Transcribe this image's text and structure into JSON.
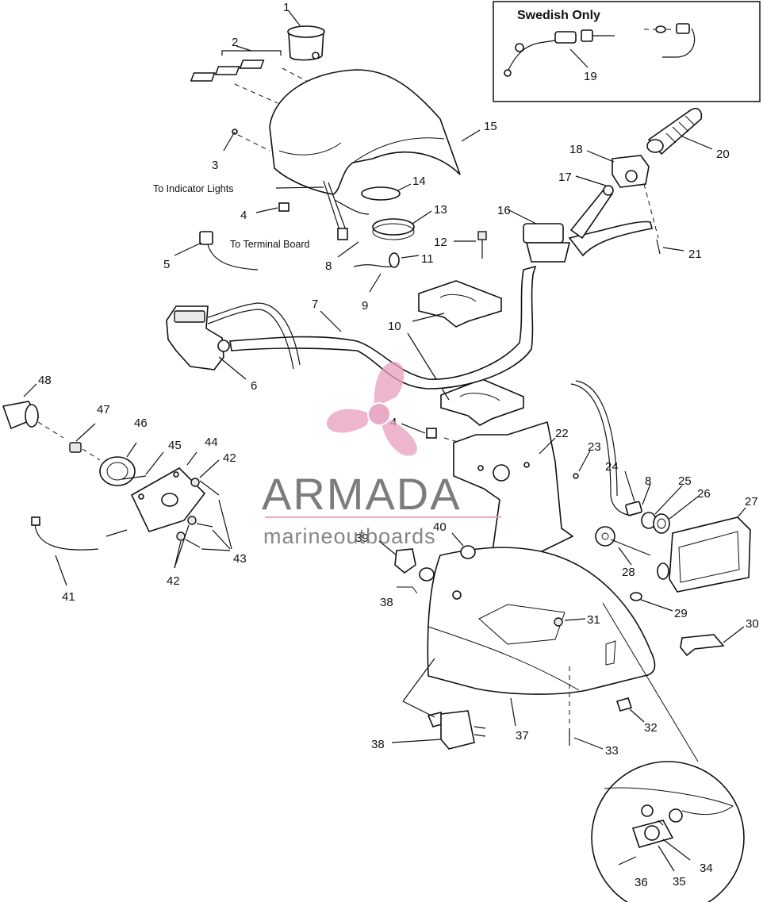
{
  "inset": {
    "title": "Swedish Only"
  },
  "notes": {
    "indicator": "To Indicator  Lights",
    "terminal": "To Terminal Board"
  },
  "labels": {
    "l1": "1",
    "l2": "2",
    "l3": "3",
    "l4a": "4",
    "l4b": "4",
    "l5": "5",
    "l6": "6",
    "l7": "7",
    "l8a": "8",
    "l8b": "8",
    "l9": "9",
    "l10": "10",
    "l11": "11",
    "l12": "12",
    "l13": "13",
    "l14": "14",
    "l15": "15",
    "l16": "16",
    "l17": "17",
    "l18": "18",
    "l19": "19",
    "l20": "20",
    "l21": "21",
    "l22": "22",
    "l23": "23",
    "l24": "24",
    "l25": "25",
    "l26": "26",
    "l27": "27",
    "l28": "28",
    "l29": "29",
    "l30": "30",
    "l31": "31",
    "l32": "32",
    "l33": "33",
    "l34": "34",
    "l35": "35",
    "l36": "36",
    "l37": "37",
    "l38a": "38",
    "l38b": "38",
    "l39": "39",
    "l40": "40",
    "l41": "41",
    "l42a": "42",
    "l42b": "42",
    "l43": "43",
    "l44": "44",
    "l45": "45",
    "l46": "46",
    "l47": "47",
    "l48": "48"
  },
  "watermark": {
    "brand": "ARMADA",
    "sub": "marineoutboards",
    "logo_color": "#e8a0c0",
    "text_color": "#6e6e6e"
  }
}
